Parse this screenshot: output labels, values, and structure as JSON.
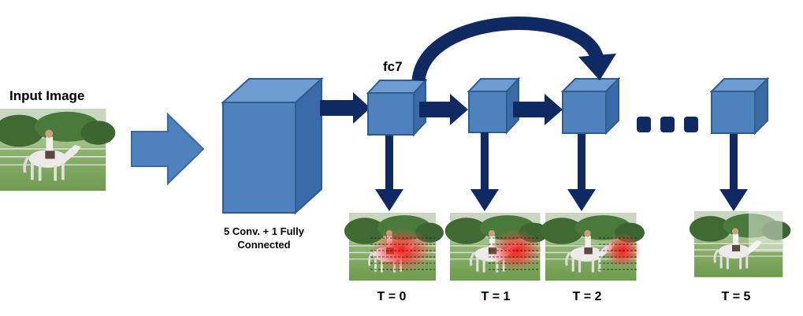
{
  "input": {
    "title": "Input Image"
  },
  "network": {
    "conv_caption": "5 Conv. + 1 Fully Connected",
    "fc7_label": "fc7"
  },
  "timesteps": [
    {
      "label": "T = 0"
    },
    {
      "label": "T = 1"
    },
    {
      "label": "T = 2"
    },
    {
      "label": "T = 5"
    }
  ],
  "colors": {
    "cube_face": "#4f81bd",
    "cube_top": "#6f9bd3",
    "cube_side": "#3a6ba8",
    "cube_edge": "#2f5d8f",
    "arrow": "#0f2a63",
    "wide_arrow": "#4f81bd"
  }
}
